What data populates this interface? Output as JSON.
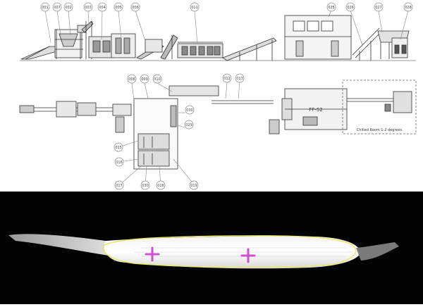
{
  "elevation_callouts": [
    "001",
    "007",
    "002",
    "003",
    "004",
    "005",
    "006",
    "011",
    "025",
    "026",
    "027",
    "028"
  ],
  "plan_callouts": [
    "008",
    "009",
    "010",
    "012",
    "013",
    "030",
    "029",
    "015",
    "016",
    "017",
    "030",
    "018",
    "019"
  ],
  "freezer_label": "FF-52",
  "chilled_room_label": "Chilled Room 1-2 degrees",
  "colors": {
    "line_art": "#333333",
    "callout_ring": "#888888",
    "xray_background": "#030303",
    "contour": "#e8e86a",
    "marker": "#d14fd1"
  }
}
